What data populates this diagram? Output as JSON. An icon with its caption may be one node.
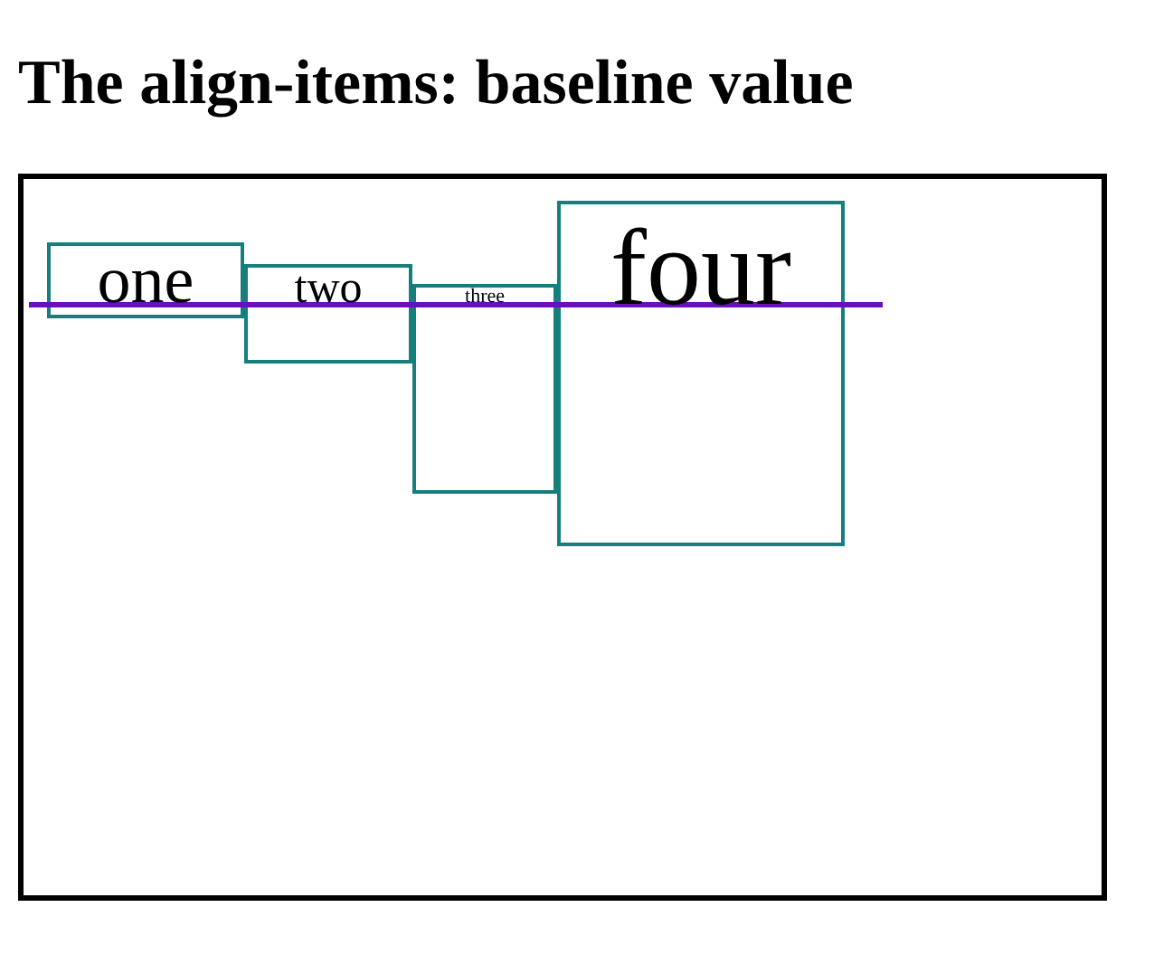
{
  "diagram": {
    "title": "The align-items: baseline value",
    "nodes": [
      {
        "text": [],
        "shape": "box"
      },
      {
        "text": [
          "one"
        ],
        "in": 0
      },
      {
        "text": [
          "two"
        ],
        "in": 0
      },
      {
        "text": [
          "three"
        ],
        "in": 0
      },
      {
        "text": [
          "four"
        ],
        "in": 0
      }
    ]
  }
}
